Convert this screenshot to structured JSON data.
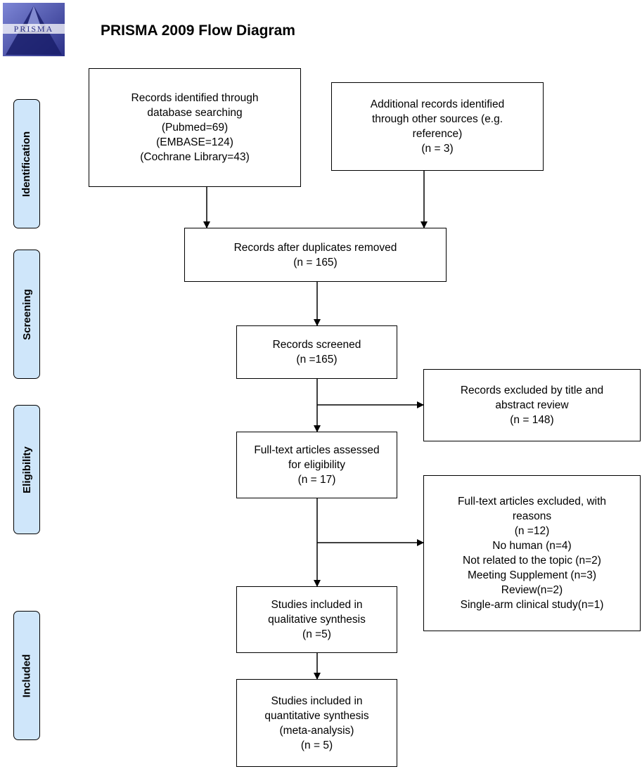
{
  "header": {
    "title": "PRISMA 2009 Flow Diagram",
    "logo_text": "PRISMA"
  },
  "colors": {
    "stage_fill": "#cfe6fa",
    "logo_triangle_dark": "#1a1f6b",
    "logo_triangle_light": "#8088d8"
  },
  "stages": {
    "identification": "Identification",
    "screening": "Screening",
    "eligibility": "Eligibility",
    "included": "Included"
  },
  "boxes": {
    "db_search": [
      "Records identified through",
      "database searching",
      "(Pubmed=69)",
      "(EMBASE=124)",
      "(Cochrane Library=43)"
    ],
    "other_sources": [
      "Additional records identified",
      "through other sources (e.g.",
      "reference)",
      "(n = 3)"
    ],
    "duplicates_removed": [
      "Records after duplicates removed",
      "(n = 165)"
    ],
    "screened": [
      "Records screened",
      "(n =165)"
    ],
    "excluded_title": [
      "Records excluded by title and",
      "abstract review",
      "(n = 148)"
    ],
    "fulltext_assessed": [
      "Full-text articles assessed",
      "for eligibility",
      "(n = 17)"
    ],
    "fulltext_excluded": [
      "Full-text articles excluded, with",
      "reasons",
      "(n =12)",
      "No human (n=4)",
      "Not related to the topic (n=2)",
      "Meeting Supplement (n=3)",
      "Review(n=2)",
      "Single-arm clinical study(n=1)"
    ],
    "qualitative": [
      "Studies included in",
      "qualitative synthesis",
      "(n =5)"
    ],
    "quantitative": [
      "Studies included in",
      "quantitative synthesis",
      "(meta-analysis)",
      "(n = 5)"
    ]
  }
}
